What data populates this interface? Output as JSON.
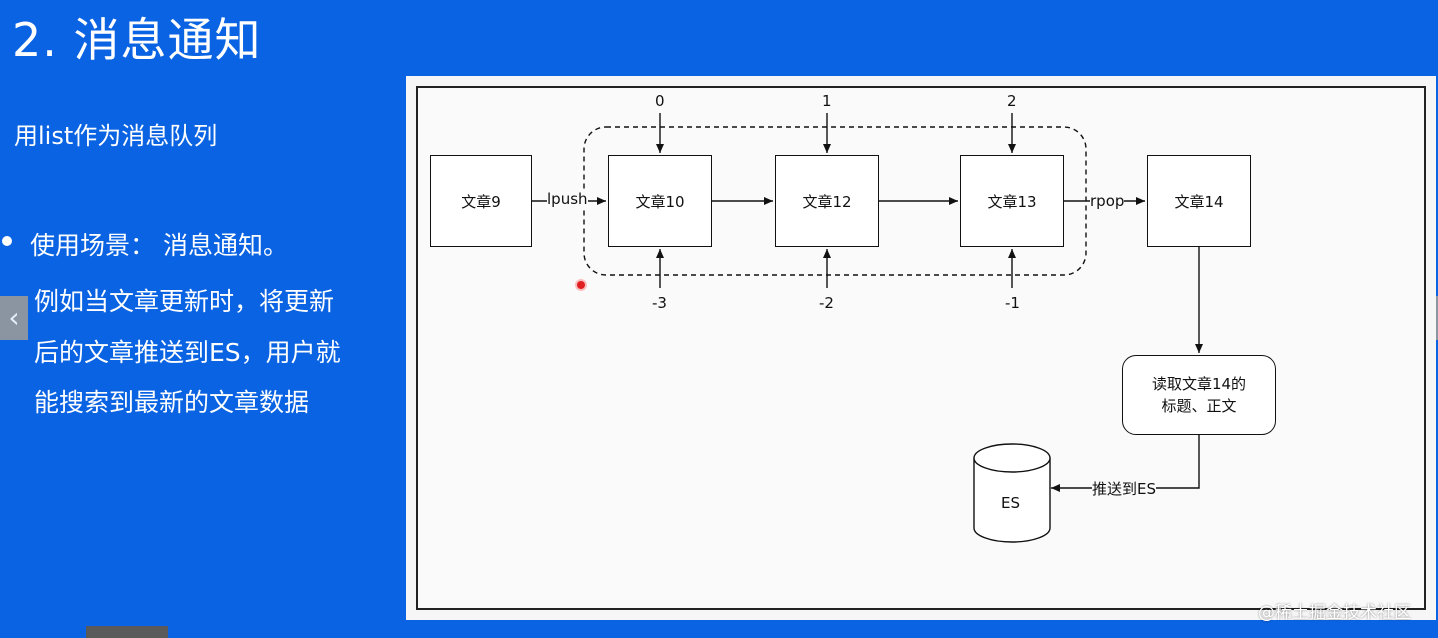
{
  "slide": {
    "title": "2. 消息通知",
    "subtitle": "用list作为消息队列",
    "bullet_lines": [
      "使用场景： 消息通知。",
      "例如当文章更新时，将更新",
      "后的文章推送到ES，用户就",
      "能搜索到最新的文章数据"
    ],
    "nav_prev": "‹",
    "nav_next": "›",
    "watermark": "@稀土掘金技术社区",
    "colors": {
      "background": "#0a63e2",
      "text": "#ffffff",
      "cursor": "#e02020"
    }
  },
  "diagram": {
    "boxes": {
      "a9": "文章9",
      "a10": "文章10",
      "a12": "文章12",
      "a13": "文章13",
      "a14": "文章14",
      "read": "读取文章14的\n标题、正文",
      "es": "ES"
    },
    "edges": {
      "lpush": "lpush",
      "rpop": "rpop",
      "push_es": "推送到ES"
    },
    "indices": {
      "top": [
        "0",
        "1",
        "2"
      ],
      "bottom": [
        "-3",
        "-2",
        "-1"
      ]
    }
  }
}
